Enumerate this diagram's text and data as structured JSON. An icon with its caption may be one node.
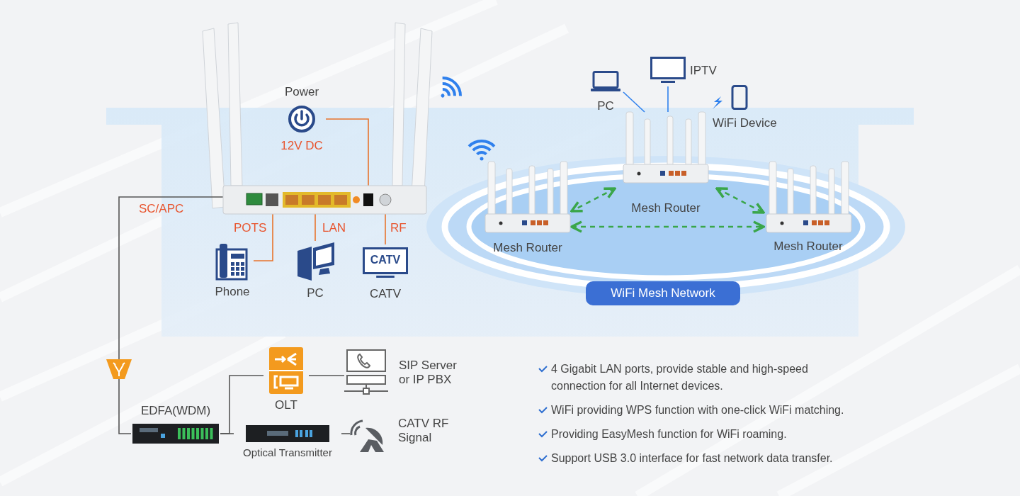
{
  "diagram": {
    "nodes": [
      {
        "text": [],
        "shape": "picture"
      },
      {
        "text": [
          "Power",
          "12V DC"
        ]
      },
      {
        "text": [
          "Phone"
        ]
      },
      {
        "text": [
          "PC"
        ]
      },
      {
        "text": [
          "CATV",
          "CATV"
        ]
      },
      {
        "text": [],
        "shape": "picture"
      },
      {
        "text": [
          "EDFA(WDM)"
        ]
      },
      {
        "text": [
          "OLT"
        ]
      },
      {
        "text": [
          "SIP Server or IP PBX"
        ]
      },
      {
        "text": [
          "Optical Transmitter"
        ]
      },
      {
        "text": [
          "CATV RF Signal"
        ]
      },
      {
        "text": [
          "Mesh Router"
        ]
      },
      {
        "text": [
          "Mesh Router"
        ]
      },
      {
        "text": [
          "Mesh Router"
        ]
      },
      {
        "text": [
          "PC"
        ]
      },
      {
        "text": [
          "IPTV"
        ]
      },
      {
        "text": [
          "WiFi Device"
        ]
      },
      {
        "text": [
          "WiFi Mesh Network"
        ]
      }
    ],
    "edges": [
      {
        "from": 1,
        "to": 0,
        "arrow": "none",
        "color": "#e8742c"
      },
      {
        "from": 0,
        "to": 2,
        "arrow": "none",
        "label": "POTS",
        "color": "#e8742c"
      },
      {
        "from": 0,
        "to": 3,
        "arrow": "none",
        "label": "LAN",
        "color": "#e8742c"
      },
      {
        "from": 0,
        "to": 4,
        "arrow": "none",
        "label": "RF",
        "color": "#e8742c"
      },
      {
        "from": 0,
        "to": 5,
        "arrow": "none",
        "label": "SC/APC"
      },
      {
        "from": 5,
        "to": 6,
        "arrow": "none"
      },
      {
        "from": 6,
        "to": 7,
        "arrow": "none"
      },
      {
        "from": 6,
        "to": 9,
        "arrow": "none"
      },
      {
        "from": 7,
        "to": 8,
        "arrow": "none"
      },
      {
        "from": 9,
        "to": 10,
        "arrow": "none"
      },
      {
        "from": 14,
        "to": 11,
        "arrow": "none",
        "color": "#2f80ed"
      },
      {
        "from": 15,
        "to": 11,
        "arrow": "none",
        "color": "#2f80ed"
      },
      {
        "from": 11,
        "to": 12,
        "arrow": "both",
        "style": "dashed",
        "color": "#3aa64a"
      },
      {
        "from": 11,
        "to": 13,
        "arrow": "both",
        "style": "dashed",
        "color": "#3aa64a"
      },
      {
        "from": 12,
        "to": 13,
        "arrow": "both",
        "style": "dashed",
        "color": "#3aa64a"
      }
    ],
    "labels": [
      "4 Gigabit LAN ports, provide stable and high-speed connection for all Internet devices.",
      "WiFi providing WPS function with one-click WiFi matching.",
      "Providing EasyMesh function for WiFi roaming.",
      "Support USB 3.0 interface for fast network data transfer."
    ]
  }
}
